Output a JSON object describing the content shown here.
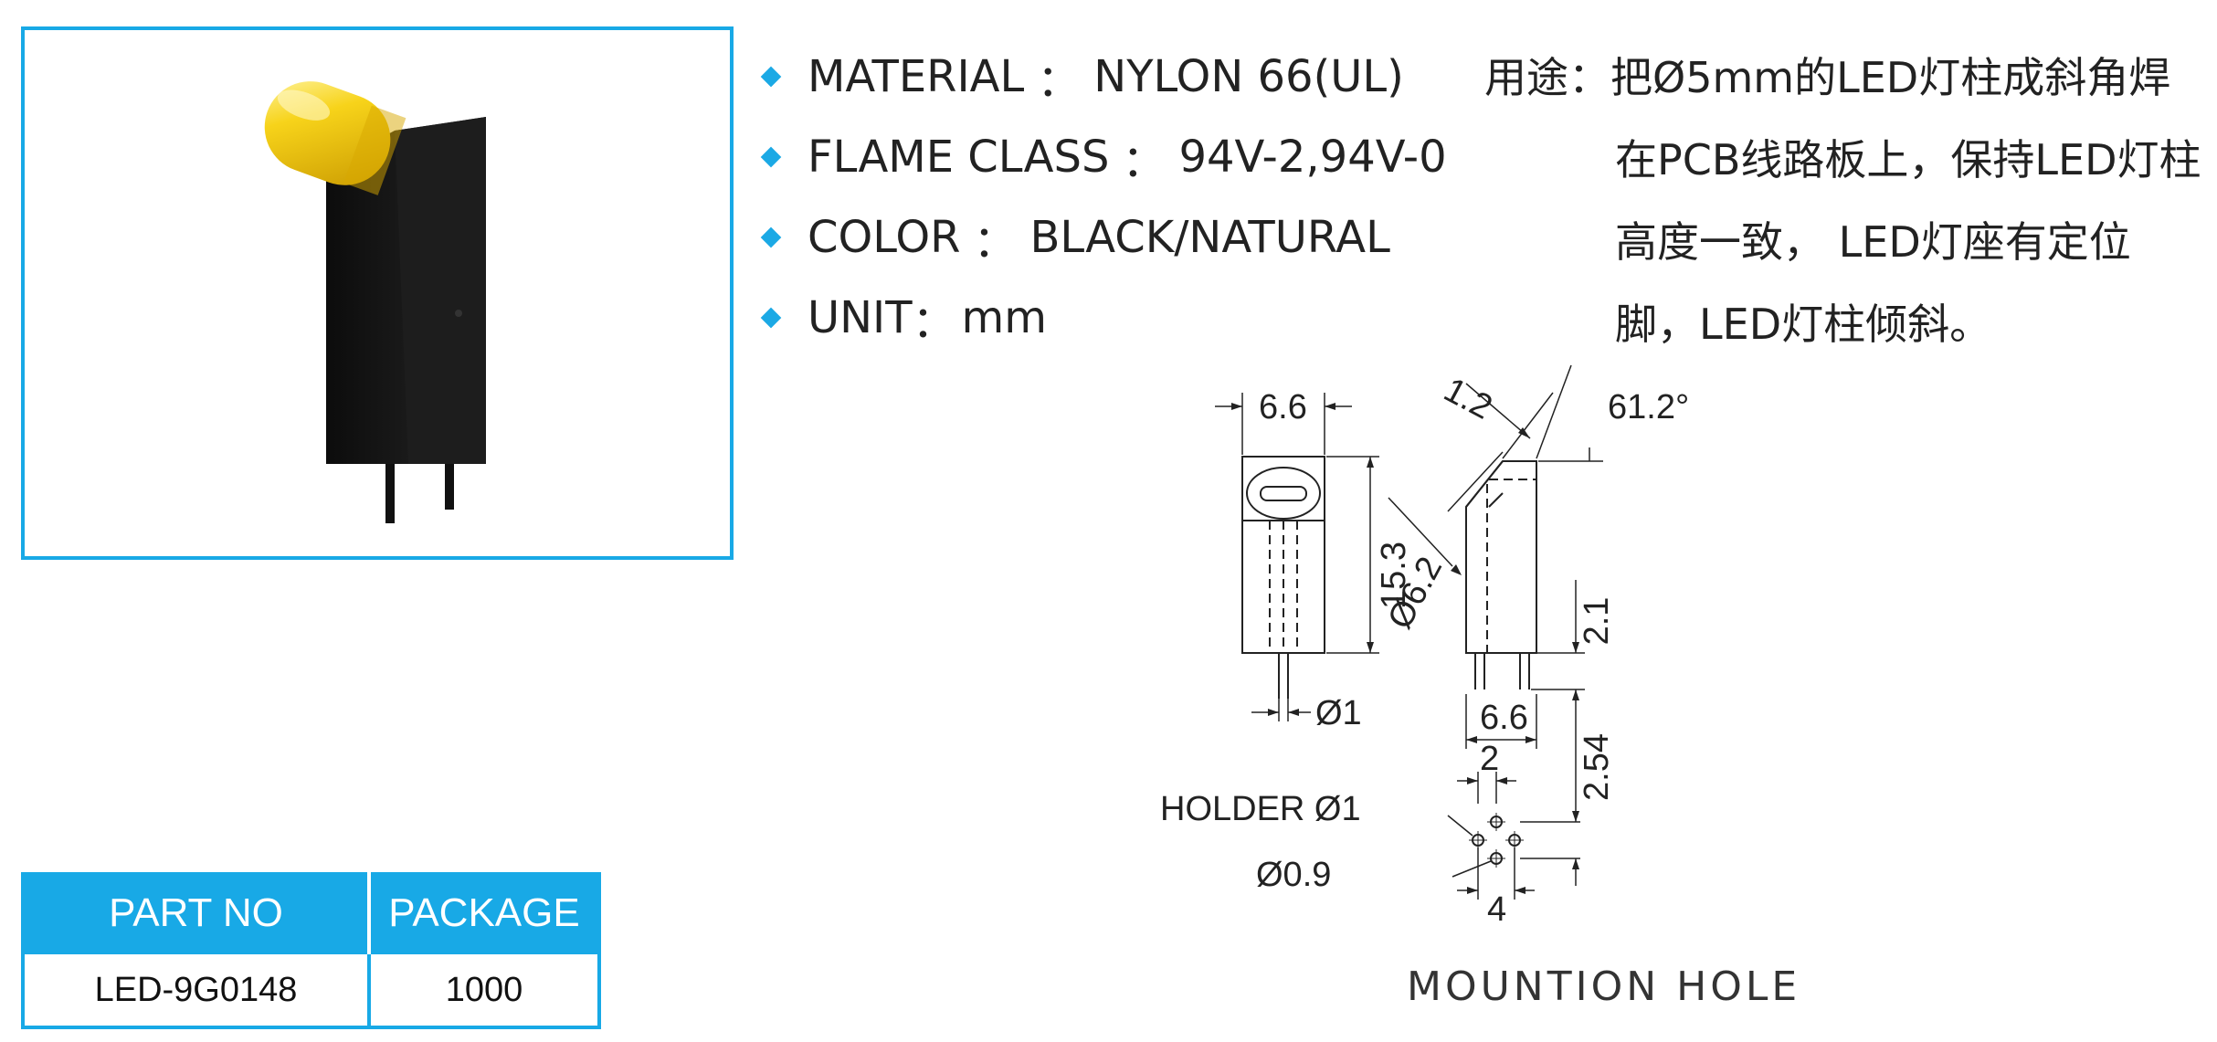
{
  "specs": [
    {
      "label": "MATERIAL",
      "sep": "：",
      "value": "NYLON 66(UL)"
    },
    {
      "label": "FLAME CLASS",
      "sep": "：",
      "value": "94V-2,94V-0"
    },
    {
      "label": "COLOR",
      "sep": "：",
      "value": "BLACK/NATURAL"
    },
    {
      "label": "UNIT",
      "sep": "：",
      "value": "mm"
    }
  ],
  "usage": {
    "label": "用途：",
    "lines": [
      "把Ø5mm的LED灯柱成斜角焊",
      "在PCB线路板上，保持LED灯柱",
      "高度一致， LED灯座有定位",
      "脚，LED灯柱倾斜。"
    ]
  },
  "drawing": {
    "width": "6.6",
    "height": "15.3",
    "pin_dia": "Ø1",
    "tilt_t": "1.2",
    "angle": "61.2°",
    "led_dia": "Ø6.2",
    "standoff": "2.1",
    "side_width": "6.6",
    "pitch_v": "2.54",
    "pitch_h_small": "2",
    "holder_label": "HOLDER  Ø1",
    "pin_hole": "Ø0.9",
    "pitch_h": "4"
  },
  "caption": "MOUNTION  HOLE",
  "table": {
    "headers": [
      "PART NO",
      "PACKAGE"
    ],
    "rows": [
      [
        "LED-9G0148",
        "1000"
      ]
    ]
  },
  "colors": {
    "accent": "#18a9e6",
    "led_yellow": "#f7d31a",
    "holder_black": "#141414"
  }
}
